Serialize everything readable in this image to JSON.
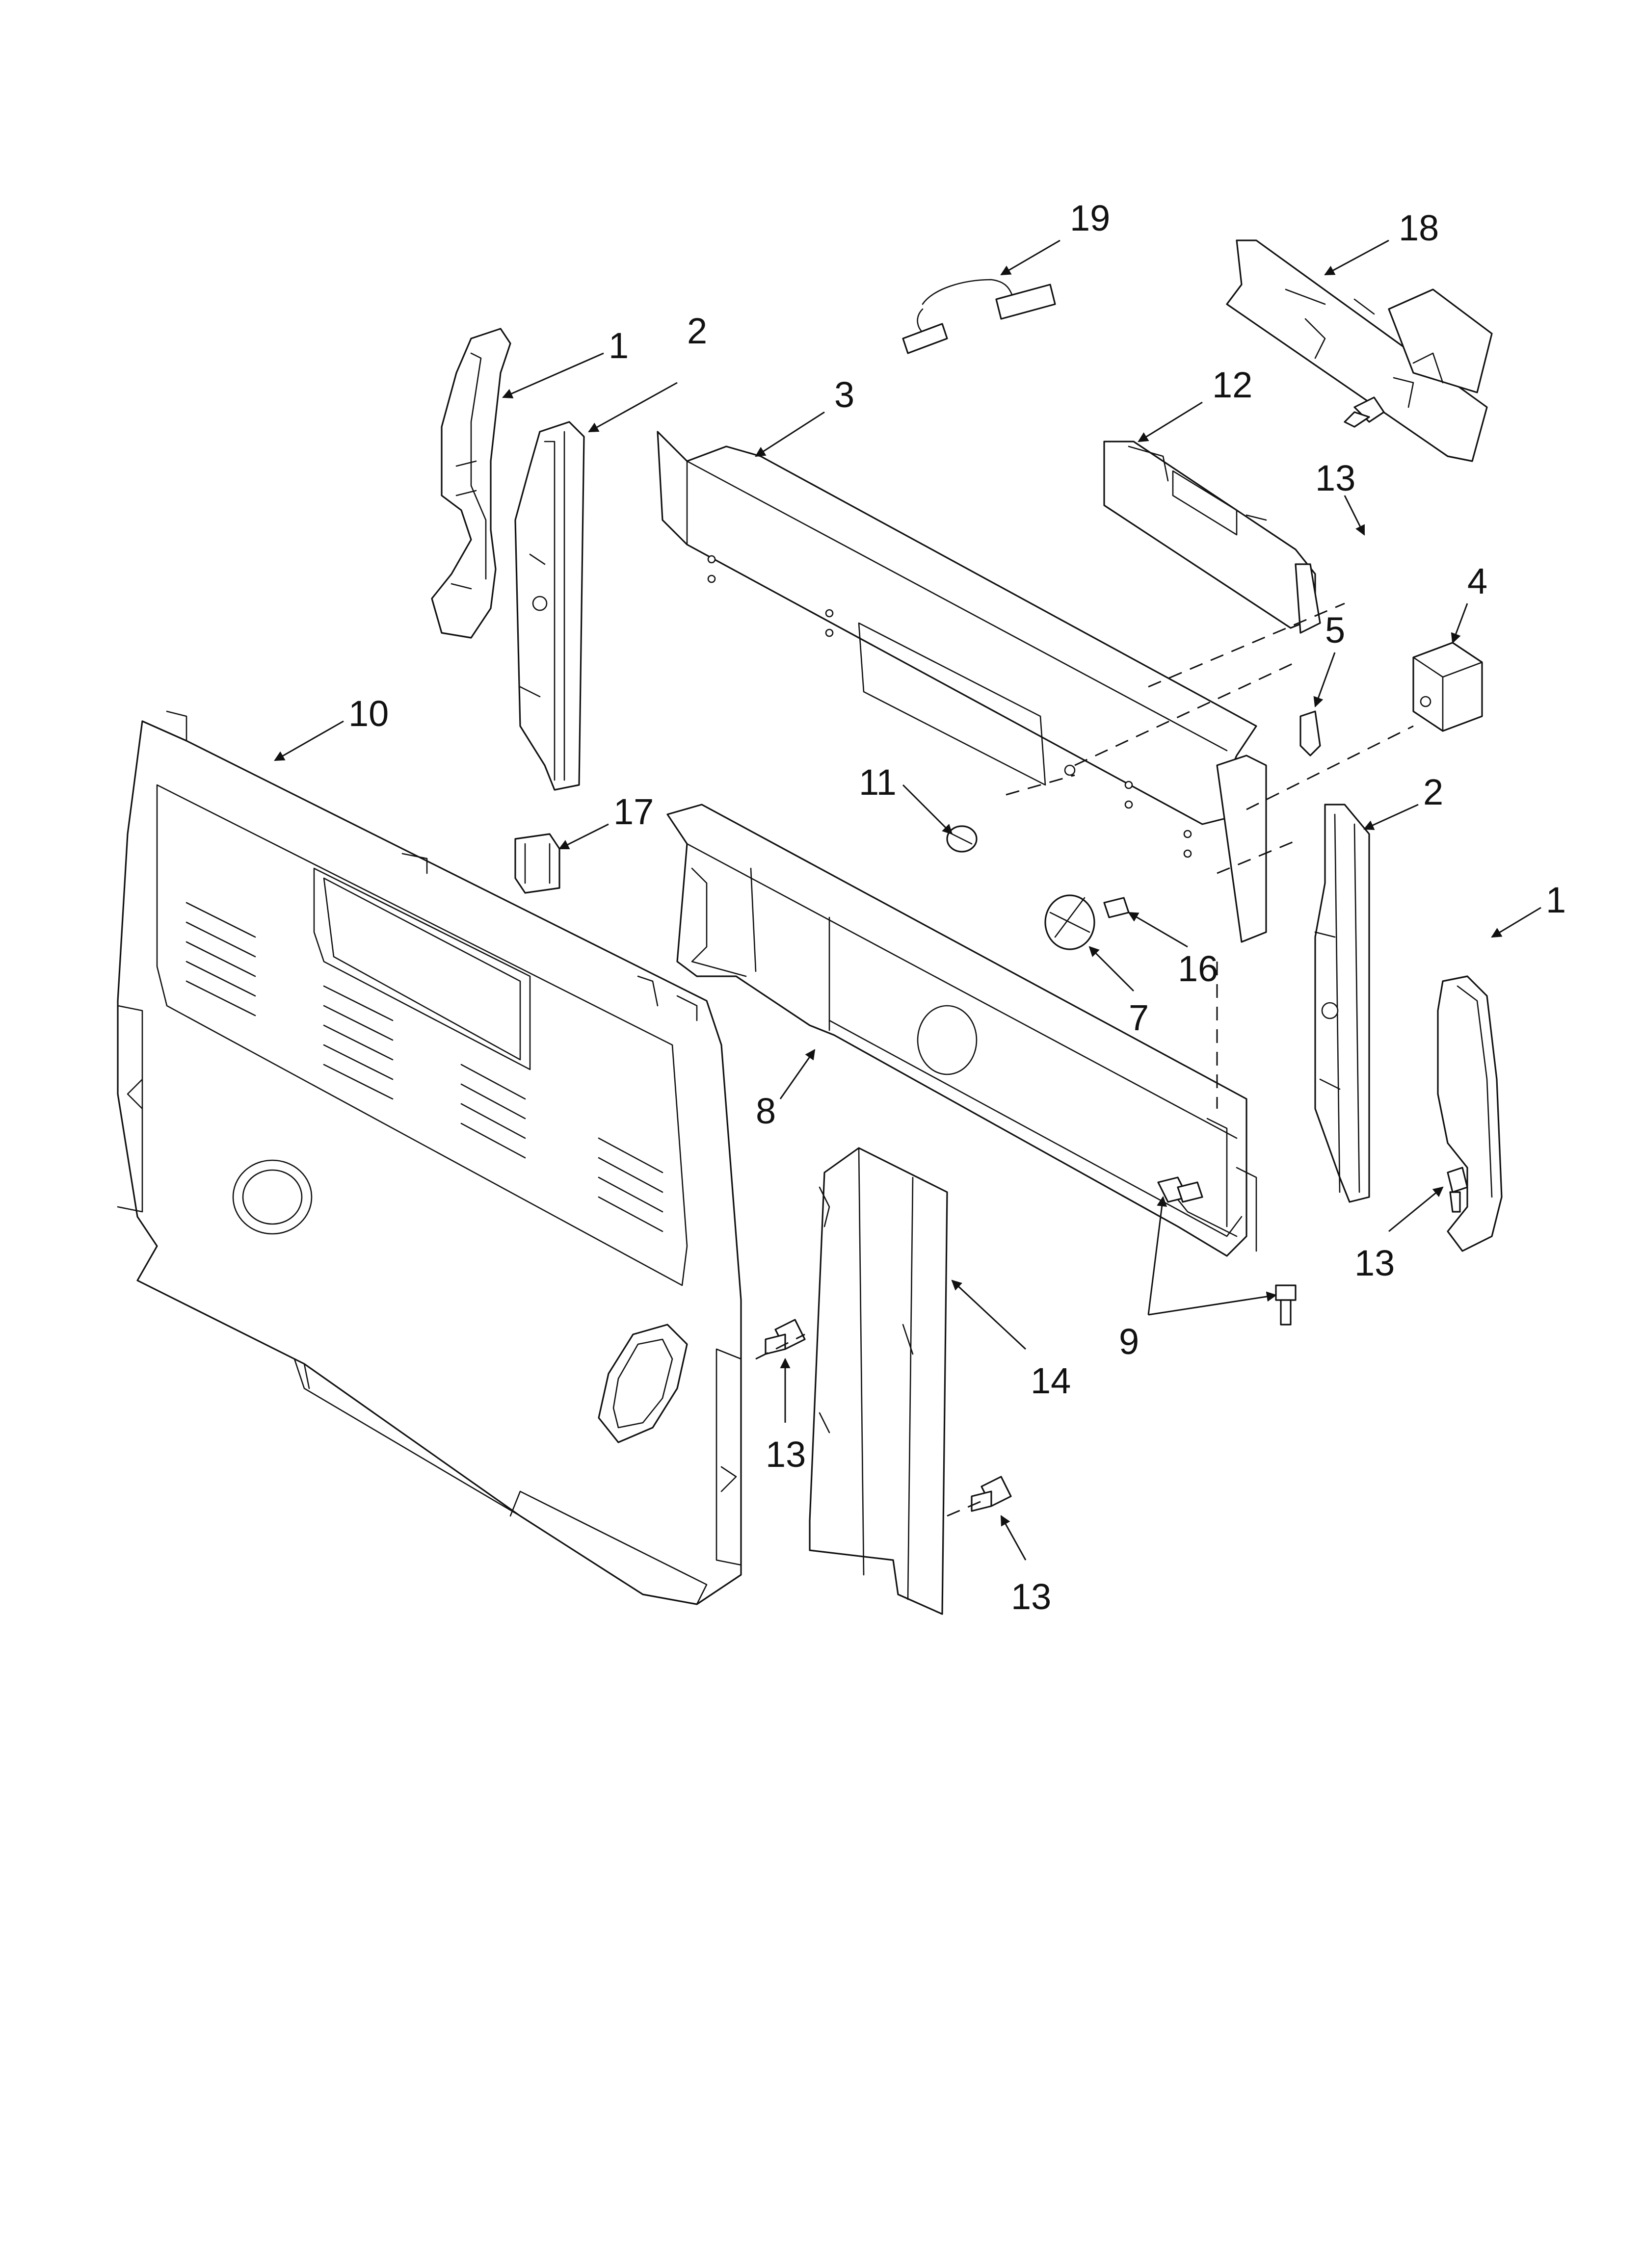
{
  "callouts": [
    {
      "id": "c1a",
      "text": "1"
    },
    {
      "id": "c2a",
      "text": "2"
    },
    {
      "id": "c3",
      "text": "3"
    },
    {
      "id": "c19",
      "text": "19"
    },
    {
      "id": "c18",
      "text": "18"
    },
    {
      "id": "c12",
      "text": "12"
    },
    {
      "id": "c13a",
      "text": "13"
    },
    {
      "id": "c4",
      "text": "4"
    },
    {
      "id": "c5",
      "text": "5"
    },
    {
      "id": "c10",
      "text": "10"
    },
    {
      "id": "c11",
      "text": "11"
    },
    {
      "id": "c17",
      "text": "17"
    },
    {
      "id": "c2b",
      "text": "2"
    },
    {
      "id": "c1b",
      "text": "1"
    },
    {
      "id": "c16",
      "text": "16"
    },
    {
      "id": "c7",
      "text": "7"
    },
    {
      "id": "c8",
      "text": "8"
    },
    {
      "id": "c13b",
      "text": "13"
    },
    {
      "id": "c9",
      "text": "9"
    },
    {
      "id": "c14",
      "text": "14"
    },
    {
      "id": "c13c",
      "text": "13"
    },
    {
      "id": "c13d",
      "text": "13"
    }
  ]
}
